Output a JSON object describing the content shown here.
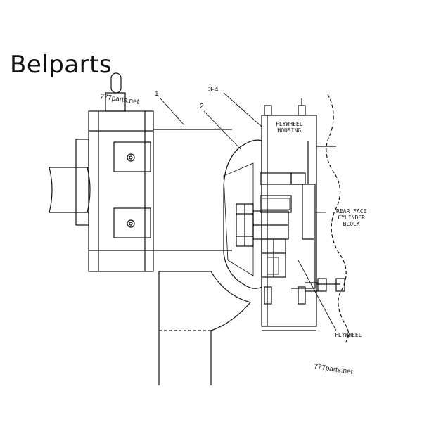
{
  "brand": "Belparts",
  "watermarks": [
    "777parts.net",
    "777parts.net"
  ],
  "callouts": {
    "c1": "1",
    "c2": "2",
    "c34": "3-4"
  },
  "labels": {
    "flywheel_housing_1": "FLYWHEEL",
    "flywheel_housing_2": "HOUSING",
    "rear_face_1": "REAR FACE",
    "rear_face_2": "CYLINDER",
    "rear_face_3": "BLOCK",
    "flywheel": "FLYWHEEL"
  }
}
